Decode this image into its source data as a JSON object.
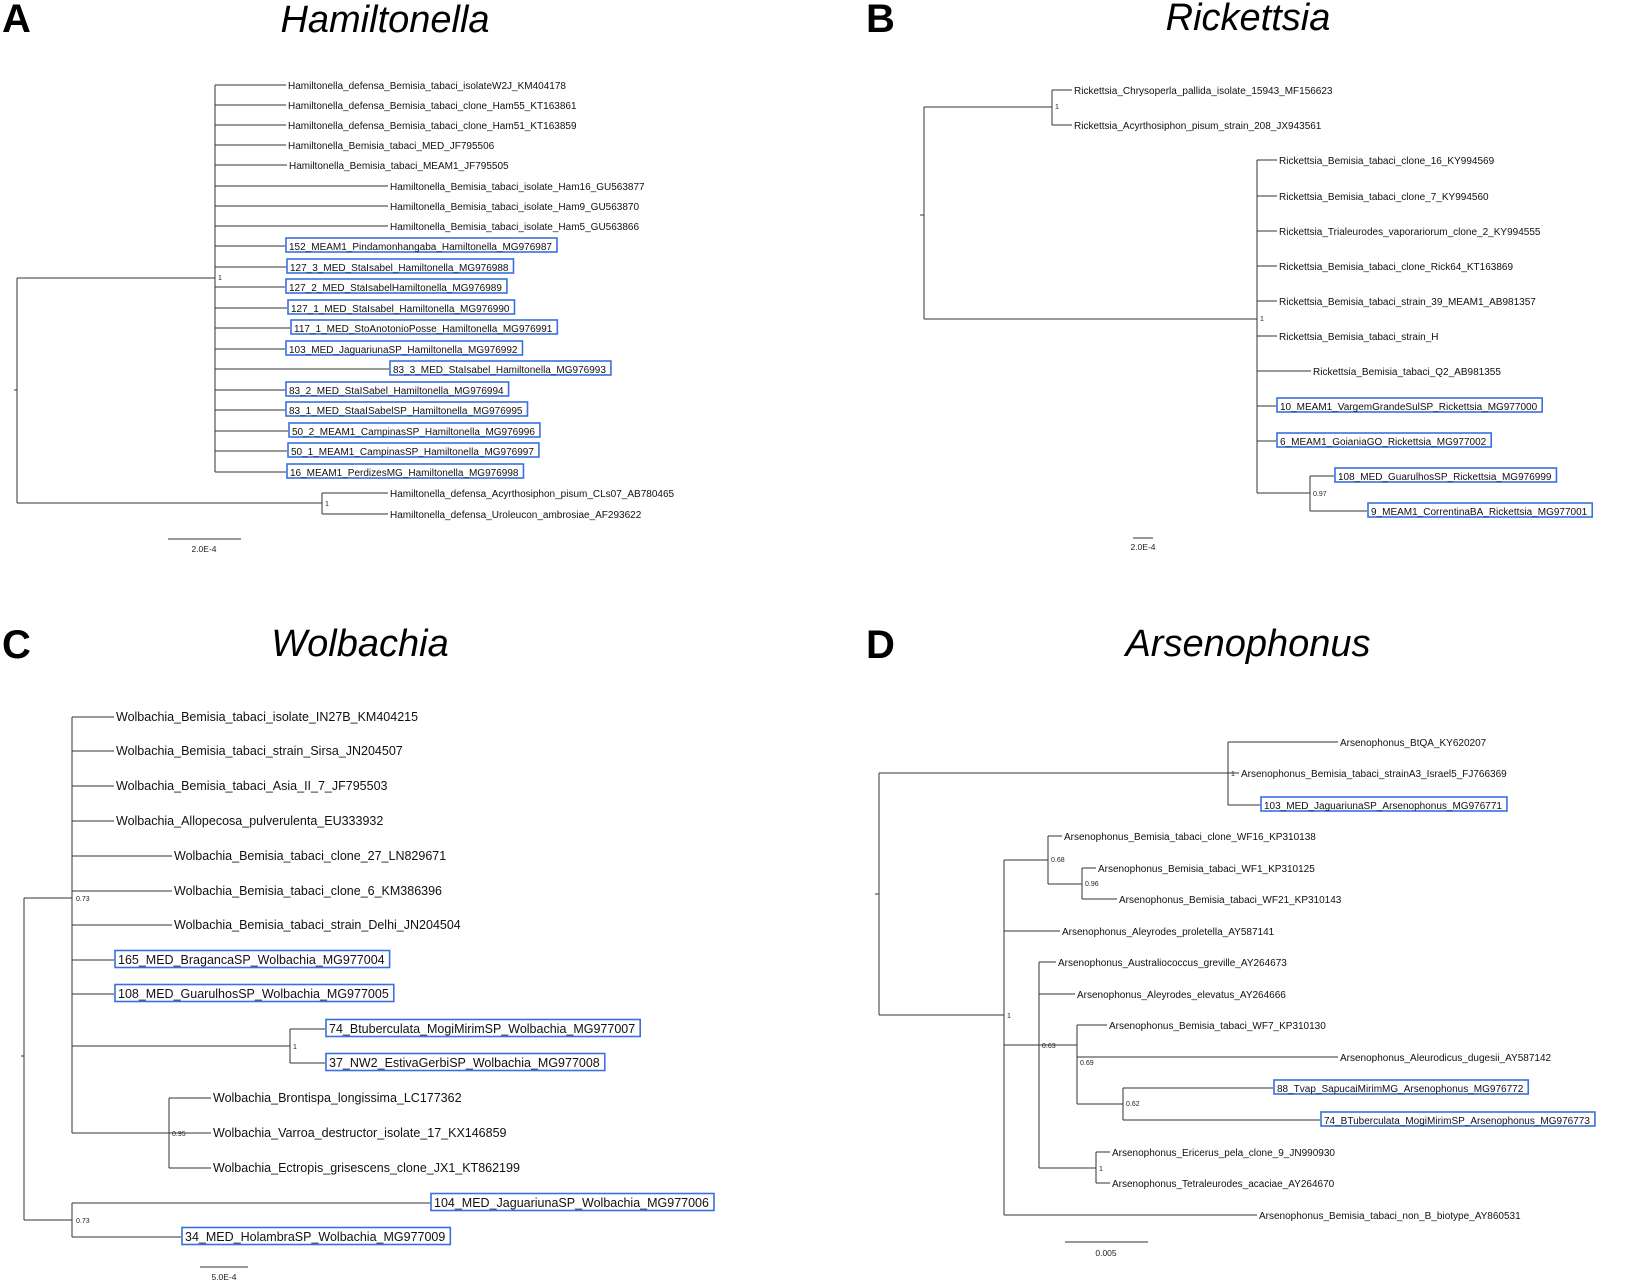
{
  "panels": [
    {
      "letter": "A",
      "title": "Hamiltonella",
      "scale_label": "2.0E-4",
      "leaves": [
        {
          "label": "Hamiltonella_defensa_Bemisia_tabaci_isolateW2J_KM404178",
          "highlight": false
        },
        {
          "label": "Hamiltonella_defensa_Bemisia_tabaci_clone_Ham55_KT163861",
          "highlight": false
        },
        {
          "label": "Hamiltonella_defensa_Bemisia_tabaci_clone_Ham51_KT163859",
          "highlight": false
        },
        {
          "label": "Hamiltonella_Bemisia_tabaci_MED_JF795506",
          "highlight": false
        },
        {
          "label": "Hamiltonella_Bemisia_tabaci_MEAM1_JF795505",
          "highlight": false
        },
        {
          "label": "Hamiltonella_Bemisia_tabaci_isolate_Ham16_GU563877",
          "highlight": false
        },
        {
          "label": "Hamiltonella_Bemisia_tabaci_isolate_Ham9_GU563870",
          "highlight": false
        },
        {
          "label": "Hamiltonella_Bemisia_tabaci_isolate_Ham5_GU563866",
          "highlight": false
        },
        {
          "label": "152_MEAM1_Pindamonhangaba_Hamiltonella_MG976987",
          "highlight": true
        },
        {
          "label": "127_3_MED_StaIsabel_Hamiltonella_MG976988",
          "highlight": true
        },
        {
          "label": "127_2_MED_StaIsabelHamiltonella_MG976989",
          "highlight": true
        },
        {
          "label": "127_1_MED_StaIsabel_Hamiltonella_MG976990",
          "highlight": true
        },
        {
          "label": "117_1_MED_StoAnotonioPosse_Hamiltonella_MG976991",
          "highlight": true
        },
        {
          "label": "103_MED_JaguariunaSP_Hamiltonella_MG976992",
          "highlight": true
        },
        {
          "label": "83_3_MED_StaIsabel_Hamiltonella_MG976993",
          "highlight": true
        },
        {
          "label": "83_2_MED_StaISabel_Hamiltonella_MG976994",
          "highlight": true
        },
        {
          "label": "83_1_MED_StaaISabelSP_Hamiltonella_MG976995",
          "highlight": true
        },
        {
          "label": "50_2_MEAM1_CampinasSP_Hamiltonella_MG976996",
          "highlight": true
        },
        {
          "label": "50_1_MEAM1_CampinasSP_Hamiltonella_MG976997",
          "highlight": true
        },
        {
          "label": "16_MEAM1_PerdizesMG_Hamiltonella_MG976998",
          "highlight": true
        },
        {
          "label": "Hamiltonella_defensa_Acyrthosiphon_pisum_CLs07_AB780465",
          "highlight": false
        },
        {
          "label": "Hamiltonella_defensa_Uroleucon_ambrosiae_AF293622",
          "highlight": false
        }
      ],
      "supports": [
        "1",
        "1"
      ]
    },
    {
      "letter": "B",
      "title": "Rickettsia",
      "scale_label": "2.0E-4",
      "leaves": [
        {
          "label": "Rickettsia_Chrysoperla_pallida_isolate_15943_MF156623",
          "highlight": false
        },
        {
          "label": "Rickettsia_Acyrthosiphon_pisum_strain_208_JX943561",
          "highlight": false
        },
        {
          "label": "Rickettsia_Bemisia_tabaci_clone_16_KY994569",
          "highlight": false
        },
        {
          "label": "Rickettsia_Bemisia_tabaci_clone_7_KY994560",
          "highlight": false
        },
        {
          "label": "Rickettsia_Trialeurodes_vaporariorum_clone_2_KY994555",
          "highlight": false
        },
        {
          "label": "Rickettsia_Bemisia_tabaci_clone_Rick64_KT163869",
          "highlight": false
        },
        {
          "label": "Rickettsia_Bemisia_tabaci_strain_39_MEAM1_AB981357",
          "highlight": false
        },
        {
          "label": "Rickettsia_Bemisia_tabaci_strain_H",
          "highlight": false
        },
        {
          "label": "Rickettsia_Bemisia_tabaci_Q2_AB981355",
          "highlight": false
        },
        {
          "label": "10_MEAM1_VargemGrandeSulSP_Rickettsia_MG977000",
          "highlight": true
        },
        {
          "label": "6_MEAM1_GoianiaGO_Rickettsia_MG977002",
          "highlight": true
        },
        {
          "label": "108_MED_GuarulhosSP_Rickettsia_MG976999",
          "highlight": true
        },
        {
          "label": "9_MEAM1_CorrentinaBA_Rickettsia_MG977001",
          "highlight": true
        }
      ],
      "supports": [
        "1",
        "1",
        "0.97"
      ]
    },
    {
      "letter": "C",
      "title": "Wolbachia",
      "scale_label": "5.0E-4",
      "leaves": [
        {
          "label": "Wolbachia_Bemisia_tabaci_isolate_IN27B_KM404215",
          "highlight": false
        },
        {
          "label": "Wolbachia_Bemisia_tabaci_strain_Sirsa_JN204507",
          "highlight": false
        },
        {
          "label": "Wolbachia_Bemisia_tabaci_Asia_II_7_JF795503",
          "highlight": false
        },
        {
          "label": "Wolbachia_Allopecosa_pulverulenta_EU333932",
          "highlight": false
        },
        {
          "label": "Wolbachia_Bemisia_tabaci_clone_27_LN829671",
          "highlight": false
        },
        {
          "label": "Wolbachia_Bemisia_tabaci_clone_6_KM386396",
          "highlight": false
        },
        {
          "label": "Wolbachia_Bemisia_tabaci_strain_Delhi_JN204504",
          "highlight": false
        },
        {
          "label": "165_MED_BragancaSP_Wolbachia_MG977004",
          "highlight": true
        },
        {
          "label": "108_MED_GuarulhosSP_Wolbachia_MG977005",
          "highlight": true
        },
        {
          "label": "74_Btuberculata_MogiMirimSP_Wolbachia_MG977007",
          "highlight": true
        },
        {
          "label": "37_NW2_EstivaGerbiSP_Wolbachia_MG977008",
          "highlight": true
        },
        {
          "label": "Wolbachia_Brontispa_longissima_LC177362",
          "highlight": false
        },
        {
          "label": "Wolbachia_Varroa_destructor_isolate_17_KX146859",
          "highlight": false
        },
        {
          "label": "Wolbachia_Ectropis_grisescens_clone_JX1_KT862199",
          "highlight": false
        },
        {
          "label": "104_MED_JaguariunaSP_Wolbachia_MG977006",
          "highlight": true
        },
        {
          "label": "34_MED_HolambraSP_Wolbachia_MG977009",
          "highlight": true
        }
      ],
      "supports": [
        "0.73",
        "1",
        "0.95",
        "0.73"
      ]
    },
    {
      "letter": "D",
      "title": "Arsenophonus",
      "scale_label": "0.005",
      "leaves": [
        {
          "label": "Arsenophonus_BtQA_KY620207",
          "highlight": false
        },
        {
          "label": "Arsenophonus_Bemisia_tabaci_strainA3_Israel5_FJ766369",
          "highlight": false
        },
        {
          "label": "103_MED_JaguariunaSP_Arsenophonus_MG976771",
          "highlight": true
        },
        {
          "label": "Arsenophonus_Bemisia_tabaci_clone_WF16_KP310138",
          "highlight": false
        },
        {
          "label": "Arsenophonus_Bemisia_tabaci_WF1_KP310125",
          "highlight": false
        },
        {
          "label": "Arsenophonus_Bemisia_tabaci_WF21_KP310143",
          "highlight": false
        },
        {
          "label": "Arsenophonus_Aleyrodes_proletella_AY587141",
          "highlight": false
        },
        {
          "label": "Arsenophonus_Australiococcus_greville_AY264673",
          "highlight": false
        },
        {
          "label": "Arsenophonus_Aleyrodes_elevatus_AY264666",
          "highlight": false
        },
        {
          "label": "Arsenophonus_Bemisia_tabaci_WF7_KP310130",
          "highlight": false
        },
        {
          "label": "Arsenophonus_Aleurodicus_dugesii_AY587142",
          "highlight": false
        },
        {
          "label": "88_Tvap_SapucaiMirimMG_Arsenophonus_MG976772",
          "highlight": true
        },
        {
          "label": "74_BTuberculata_MogiMirimSP_Arsenophonus_MG976773",
          "highlight": true
        },
        {
          "label": "Arsenophonus_Ericerus_pela_clone_9_JN990930",
          "highlight": false
        },
        {
          "label": "Arsenophonus_Tetraleurodes_acaciae_AY264670",
          "highlight": false
        },
        {
          "label": "Arsenophonus_Bemisia_tabaci_non_B_biotype_AY860531",
          "highlight": false
        }
      ],
      "supports": [
        "1",
        "0.68",
        "0.96",
        "1",
        "0.63",
        "0.69",
        "0.62",
        "1"
      ]
    }
  ]
}
